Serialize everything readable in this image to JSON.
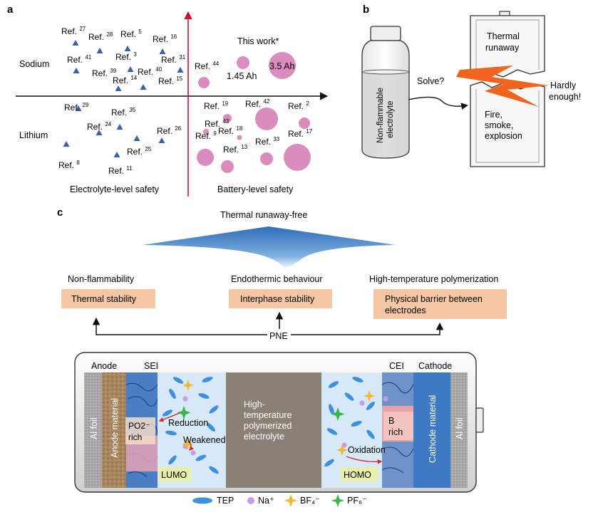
{
  "panels": {
    "a": "a",
    "b": "b",
    "c": "c"
  },
  "panel_a": {
    "row_labels": {
      "sodium": "Sodium",
      "lithium": "Lithium"
    },
    "axis_labels": {
      "left": "Electrolyte-level safety",
      "right": "Battery-level safety"
    },
    "this_work": "This work*",
    "capacities": {
      "small": "1.45 Ah",
      "large": "3.5 Ah"
    },
    "ref_prefix": "Ref.",
    "sodium_electrolyte_refs": [
      "27",
      "28",
      "5",
      "16",
      "41",
      "3",
      "31",
      "39",
      "40",
      "14",
      "15"
    ],
    "lithium_electrolyte_refs": [
      "29",
      "35",
      "24",
      "26",
      "25",
      "8",
      "11"
    ],
    "sodium_battery_refs": [
      "44"
    ],
    "lithium_battery_refs": [
      "19",
      "42",
      "2",
      "43",
      "18",
      "17",
      "9",
      "13",
      "33"
    ]
  },
  "panel_b": {
    "electrolyte_label": [
      "Non-flammable",
      "electrolyte"
    ],
    "question": "Solve?",
    "top_cell_text": [
      "Thermal",
      "runaway"
    ],
    "bottom_cell_text": [
      "Fire,",
      "smoke,",
      "explosion"
    ],
    "side_text": [
      "Hardly",
      "enough!"
    ]
  },
  "panel_c": {
    "top_title": "Thermal runaway-free",
    "properties": [
      "Non-flammability",
      "Endothermic behaviour",
      "High-temperature polymerization"
    ],
    "boxes": [
      [
        "Thermal stability"
      ],
      [
        "Interphase stability"
      ],
      [
        "Physical barrier between",
        "electrodes"
      ]
    ],
    "pne": "PNE",
    "cell_labels": {
      "anode": "Anode",
      "sei": "SEI",
      "cei": "CEI",
      "cathode": "Cathode",
      "al_foil": "Al foil",
      "anode_material": "Anode material",
      "cathode_material": "Cathode material"
    },
    "middle_text": [
      "High-",
      "temperature",
      "polymerized",
      "electrolyte"
    ],
    "po2_text": [
      "PO2⁻",
      "rich"
    ],
    "b_rich": [
      "B",
      "rich"
    ],
    "reduction": "Reduction",
    "weakened": "Weakened",
    "oxidation": "Oxidation",
    "lumo": "LUMO",
    "homo": "HOMO",
    "legend": [
      "TEP",
      "Na⁺",
      "BF₄⁻",
      "PF₆⁻"
    ]
  },
  "colors": {
    "axis_red": "#c0143c",
    "triangle": "#3a62a8",
    "bubble": "#d98cbd",
    "box_fill": "#f4c7a5",
    "lightning": "#f0641e",
    "arrow_blue": "#3d7fc4",
    "tep": "#3d8fe0",
    "na": "#c79ae8",
    "bf4": "#f2b630",
    "pf6": "#3bb54a"
  }
}
